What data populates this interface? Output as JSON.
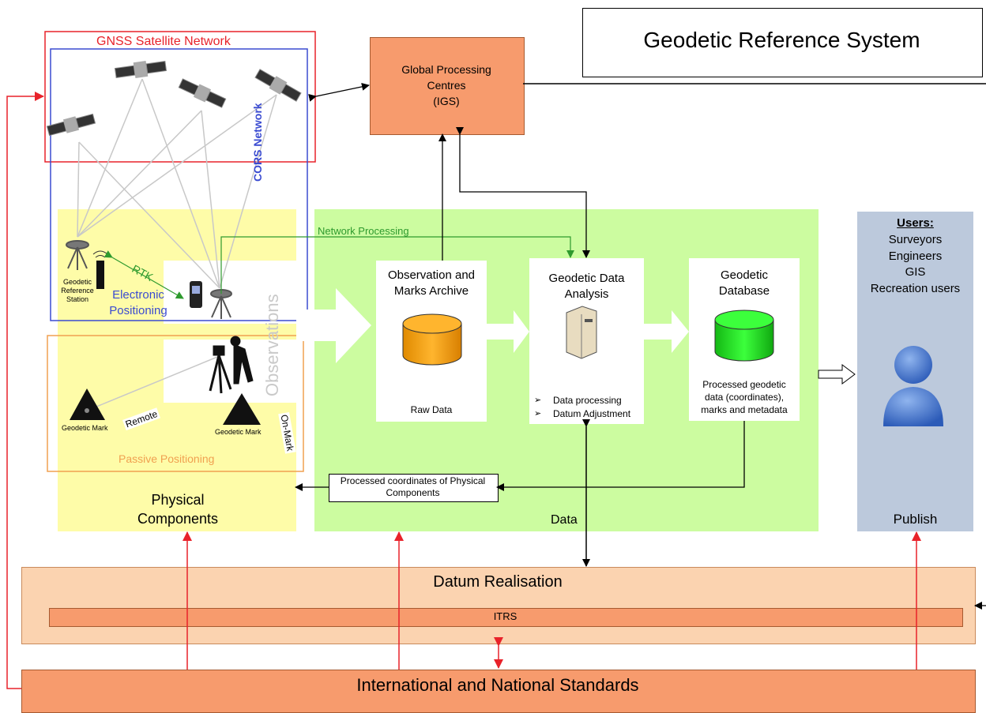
{
  "title": "Geodetic Reference System",
  "gnss": {
    "label": "GNSS Satellite Network"
  },
  "cors": {
    "label": "CORS Network"
  },
  "igs": {
    "line1": "Global Processing",
    "line2": "Centres",
    "line3": "(IGS)"
  },
  "network_processing": "Network Processing",
  "rtk": "RTK",
  "geodetic_reference_station": {
    "line1": "Geodetic",
    "line2": "Reference",
    "line3": "Station"
  },
  "electronic_positioning": {
    "line1": "Electronic",
    "line2": "Positioning"
  },
  "observations": "Observations",
  "geodetic_mark_left": "Geodetic Mark",
  "geodetic_mark_right": "Geodetic Mark",
  "remote": "Remote",
  "on_mark": "On-Mark",
  "passive_positioning": "Passive Positioning",
  "physical_components": {
    "line1": "Physical",
    "line2": "Components"
  },
  "archive": {
    "line1": "Observation and",
    "line2": "Marks Archive",
    "footer": "Raw Data"
  },
  "analysis": {
    "line1": "Geodetic Data",
    "line2": "Analysis",
    "bullet1": "Data processing",
    "bullet2": "Datum Adjustment"
  },
  "database": {
    "line1": "Geodetic",
    "line2": "Database",
    "footer1": "Processed geodetic",
    "footer2": "data (coordinates),",
    "footer3": "marks and metadata"
  },
  "processed_coords": {
    "line1": "Processed coordinates of Physical",
    "line2": "Components"
  },
  "data_label": "Data",
  "users": {
    "heading": "Users:",
    "items": [
      "Surveyors",
      "Engineers",
      "GIS",
      "Recreation users"
    ],
    "publish": "Publish"
  },
  "datum_realisation": "Datum Realisation",
  "itrs": "ITRS",
  "standards": "International and National Standards",
  "colors": {
    "orange_box": "#f79b6d",
    "light_orange": "#fbd3b0",
    "yellow": "#fefca8",
    "green": "#ccfca0",
    "users_blue": "#bcc9dc",
    "red": "#e8222a",
    "blue": "#3a4bd1",
    "archive_cyl": "#f5a215",
    "database_cyl": "#1fe01f"
  }
}
